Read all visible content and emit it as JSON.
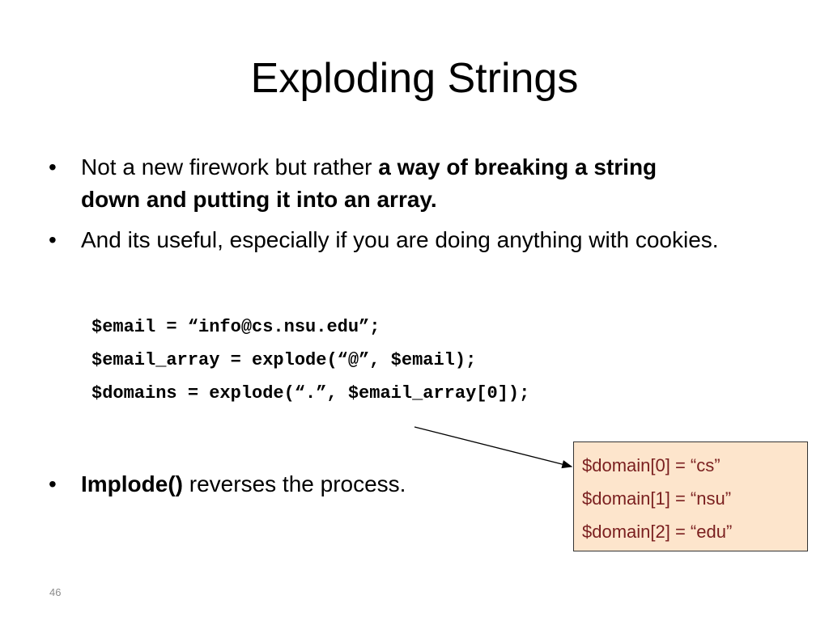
{
  "slide": {
    "title": "Exploding Strings",
    "number": "46"
  },
  "bullets": [
    {
      "marker": "•",
      "text_plain": "Not a new firework but rather ",
      "text_bold": "a way of breaking a string down and putting it into an array."
    },
    {
      "marker": "•",
      "text_plain": "And its useful, especially if you are doing anything with cookies."
    },
    {
      "marker": "•",
      "text_bold": "Implode()",
      "text_plain": " reverses the process."
    }
  ],
  "code": [
    "$email = “info@cs.nsu.edu”;",
    "$email_array = explode(“@”, $email);",
    "$domains = explode(“.”, $email_array[0]);"
  ],
  "result_box": {
    "lines": [
      "$domain[0] = “cs”",
      "$domain[1] = “nsu”",
      "$domain[2] = “edu”"
    ]
  },
  "colors": {
    "box_fill": "#fde5cc",
    "box_text": "#7a1f1f",
    "page_number": "#8c8c8c"
  }
}
